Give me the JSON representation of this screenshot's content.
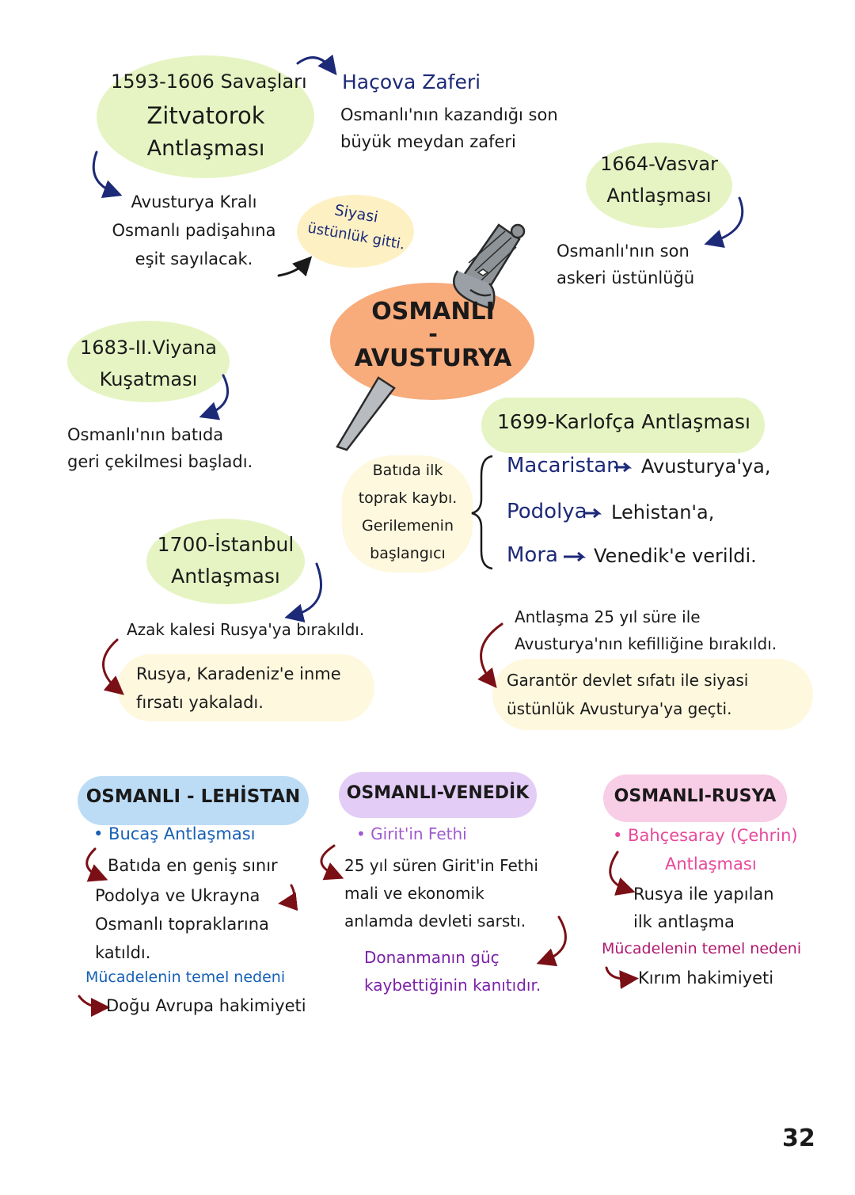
{
  "colors": {
    "green_blob": "#e6f4c3",
    "orange_blob": "#f8ab7b",
    "yellow_blob": "#fdf1c4",
    "cream_blob": "#fdf8de",
    "blue_header": "#bcdcf6",
    "purple_header": "#e3cdf6",
    "pink_header": "#f8cde6",
    "navy": "#1d2a78",
    "darkred": "#7a1016",
    "blue_text": "#1660b6",
    "purple_text": "#7a20a8",
    "pink_text": "#e8489a",
    "magenta_text": "#b0186e"
  },
  "center": {
    "line1": "OSMANLI",
    "dash": "-",
    "line2": "AVUSTURYA",
    "icon": "dagger-icon"
  },
  "zitvatorok": {
    "title": [
      "1593-1606 Savaşları",
      "Zitvatorok",
      "Antlaşması"
    ],
    "note": [
      "Avusturya Kralı",
      "Osmanlı padişahına",
      "eşit sayılacak."
    ],
    "bubble": [
      "Siyasi",
      "üstünlük gitti."
    ]
  },
  "hacova": {
    "title": "Haçova Zaferi",
    "note": [
      "Osmanlı'nın kazandığı son",
      "büyük meydan zaferi"
    ]
  },
  "vasvar": {
    "title": [
      "1664-Vasvar",
      "Antlaşması"
    ],
    "note": [
      "Osmanlı'nın son",
      "askeri üstünlüğü"
    ]
  },
  "viyana": {
    "title": [
      "1683-II.Viyana",
      "Kuşatması"
    ],
    "note": [
      "Osmanlı'nın batıda",
      "geri çekilmesi başladı."
    ]
  },
  "karlofca": {
    "title": "1699-Karlofça Antlaşması",
    "side": [
      "Batıda ilk",
      "toprak kaybı.",
      "Gerilemenin",
      "başlangıcı"
    ],
    "rows": [
      {
        "from": "Macaristan",
        "to": "Avusturya'ya,"
      },
      {
        "from": "Podolya",
        "to": "Lehistan'a,"
      },
      {
        "from": "Mora",
        "to": "Venedik'e  verildi."
      }
    ],
    "note": [
      "Antlaşma 25 yıl süre ile",
      "Avusturya'nın kefilliğine bırakıldı."
    ],
    "result": [
      "Garantör devlet sıfatı ile siyasi",
      "üstünlük Avusturya'ya geçti."
    ]
  },
  "istanbul": {
    "title": [
      "1700-İstanbul",
      "Antlaşması"
    ],
    "note": "Azak kalesi Rusya'ya bırakıldı.",
    "result": [
      "Rusya, Karadeniz'e inme",
      "fırsatı yakaladı."
    ]
  },
  "lehistan": {
    "header": "OSMANLI - LEHİSTAN",
    "bullet": "• Bucaş Antlaşması",
    "body": [
      "Batıda en geniş sınır",
      "Podolya ve Ukrayna",
      "Osmanlı topraklarına",
      "katıldı."
    ],
    "reason_label": "Mücadelenin temel nedeni",
    "reason": "Doğu Avrupa hakimiyeti"
  },
  "venedik": {
    "header": "OSMANLI-VENEDİK",
    "bullet": "• Girit'in Fethi",
    "body": [
      "25 yıl süren Girit'in Fethi",
      "mali ve ekonomik",
      "anlamda devleti sarstı."
    ],
    "result": [
      "Donanmanın güç",
      "kaybettiğinin kanıtıdır."
    ]
  },
  "rusya": {
    "header": "OSMANLI-RUSYA",
    "bullet": "• Bahçesaray (Çehrin)",
    "bullet2": "Antlaşması",
    "body": [
      "Rusya ile yapılan",
      "ilk antlaşma"
    ],
    "reason_label": "Mücadelenin temel nedeni",
    "reason": "Kırım hakimiyeti"
  },
  "page_number": "32"
}
